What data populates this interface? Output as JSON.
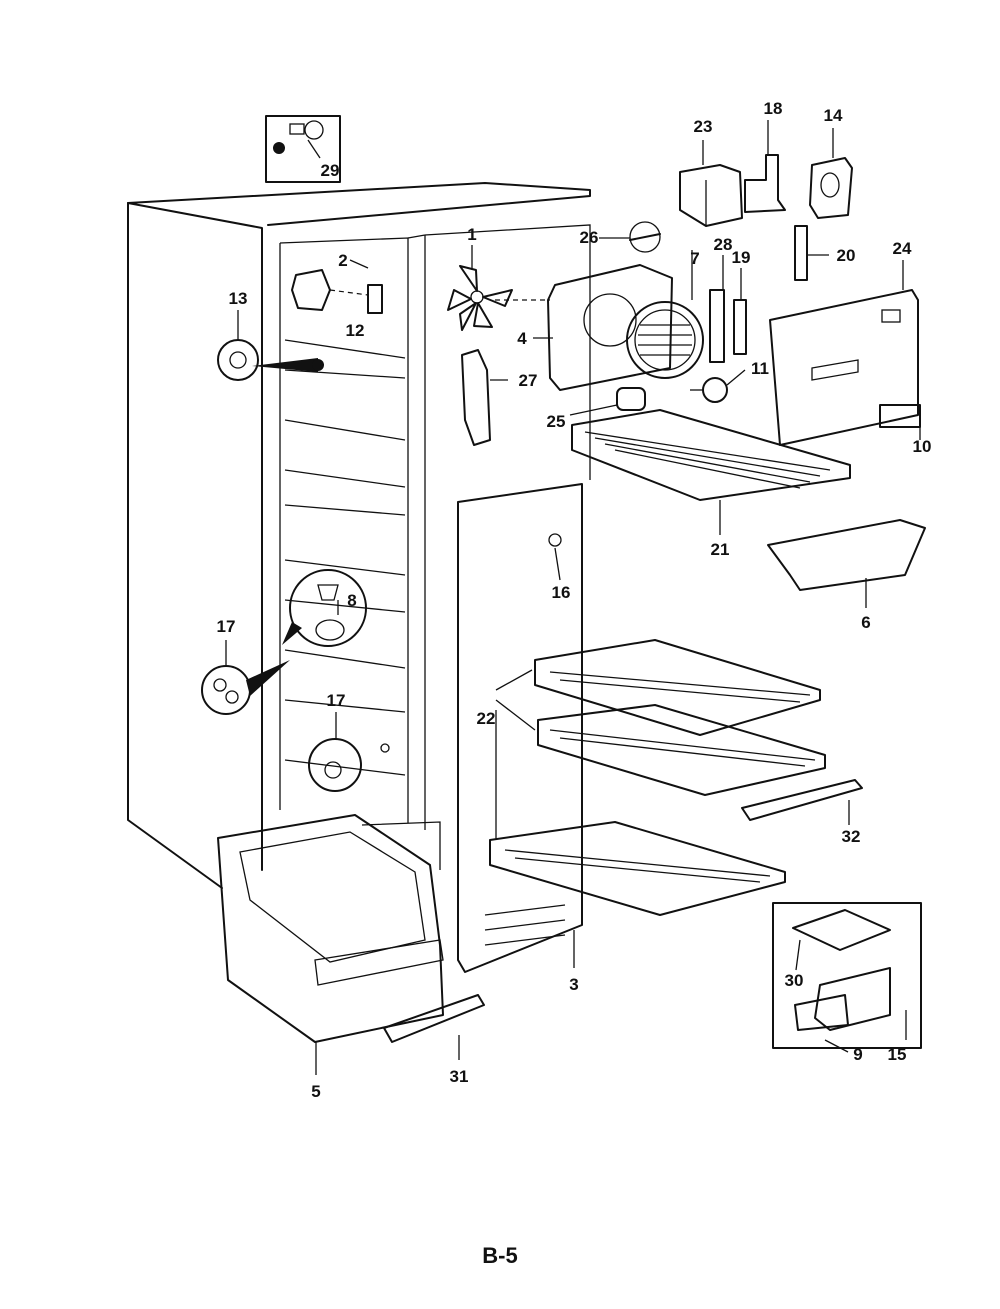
{
  "page_number": "B-5",
  "callouts": {
    "c1": "1",
    "c2": "2",
    "c3": "3",
    "c4": "4",
    "c5": "5",
    "c6": "6",
    "c7": "7",
    "c8": "8",
    "c9": "9",
    "c10": "10",
    "c11": "11",
    "c12": "12",
    "c13": "13",
    "c14": "14",
    "c15": "15",
    "c16": "16",
    "c17a": "17",
    "c17b": "17",
    "c18": "18",
    "c19": "19",
    "c20": "20",
    "c21": "21",
    "c22": "22",
    "c23": "23",
    "c24": "24",
    "c25": "25",
    "c26": "26",
    "c27": "27",
    "c28": "28",
    "c29": "29",
    "c30": "30",
    "c31": "31",
    "c32": "32"
  }
}
